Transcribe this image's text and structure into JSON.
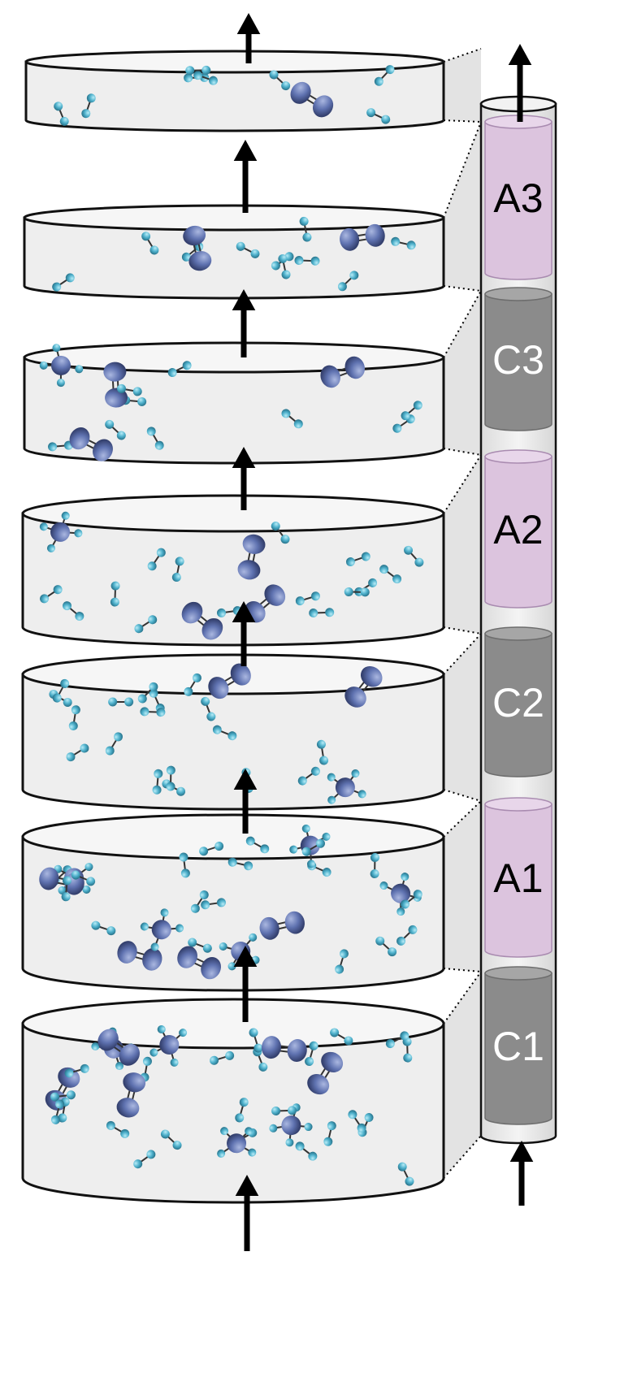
{
  "column": {
    "segments": [
      {
        "label": "A3",
        "kind": "A"
      },
      {
        "label": "C3",
        "kind": "C"
      },
      {
        "label": "A2",
        "kind": "A"
      },
      {
        "label": "C2",
        "kind": "C"
      },
      {
        "label": "A1",
        "kind": "A"
      },
      {
        "label": "C1",
        "kind": "C"
      }
    ]
  },
  "stages": {
    "count": 7
  },
  "colors": {
    "adsorbent_fill": "#dcc4de",
    "adsorbent_top": "#e8d6ea",
    "catalyst_fill": "#8b8b8b",
    "catalyst_top": "#a6a6a6",
    "disc_fill": "#eeeeee",
    "disc_outline": "#111111",
    "large_molecule": "#5c6fae",
    "small_molecule": "#5ab5cf",
    "flow_arrow": "#000000",
    "inner_arrow": "#444444",
    "segment_label_A": "#000000",
    "segment_label_C": "#ffffff"
  },
  "icons": [
    "flow-arrow-icon",
    "diatomic-large-molecule-icon",
    "diatomic-small-molecule-icon",
    "tetrahedral-molecule-icon"
  ]
}
